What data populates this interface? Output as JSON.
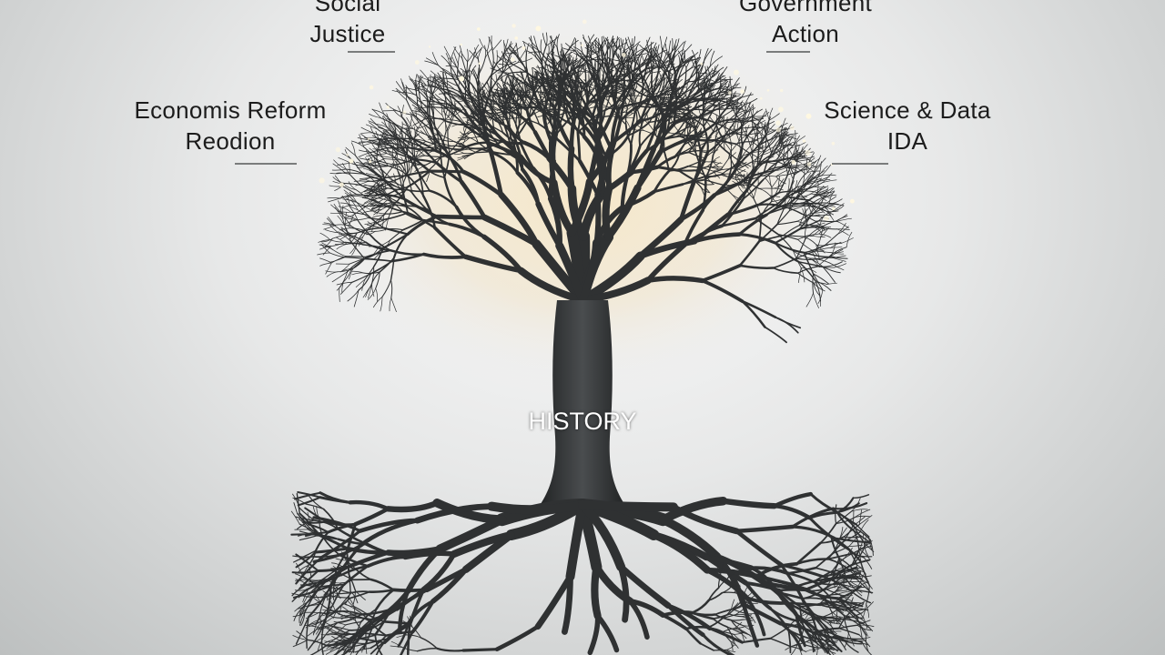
{
  "center_label": "HISTORY",
  "branch_labels": [
    {
      "line1": "Social",
      "line2": "Justice"
    },
    {
      "line1": "Government",
      "line2": "Action"
    },
    {
      "line1": "Economis Reform",
      "line2": "Reodion"
    },
    {
      "line1": "Science & Data",
      "line2": "IDA"
    }
  ],
  "colors": {
    "trunk": "#2f3132",
    "glow": "#f3e3bf",
    "text": "#1c1c1c",
    "rule": "#7a7c7c"
  }
}
